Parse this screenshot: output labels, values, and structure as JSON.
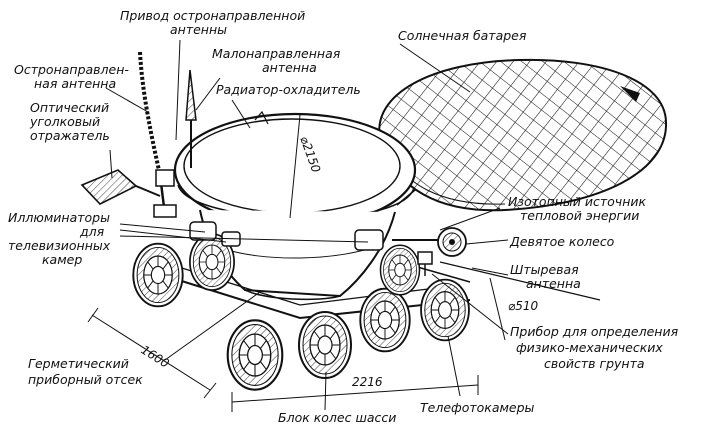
{
  "colors": {
    "ink": "#111111",
    "paper": "#ffffff"
  },
  "labels": {
    "high_gain_drive": [
      "Привод остронаправленной",
      "антенны"
    ],
    "high_gain_antenna": [
      "Остронаправлен-",
      "ная антенна"
    ],
    "low_gain_antenna": [
      "Малонаправленная",
      "антенна"
    ],
    "radiator": "Радиатор-охладитель",
    "solar_panel": "Солнечная батарея",
    "corner_reflector": [
      "Оптический",
      "уголковый",
      "отражатель"
    ],
    "isotope_source": [
      "Изотопный источник",
      "тепловой энергии"
    ],
    "tv_ports": [
      "Иллюминаторы",
      "для",
      "телевизионных",
      "камер"
    ],
    "ninth_wheel": "Девятое колесо",
    "whip_antenna": [
      "Штыревая",
      "антенна"
    ],
    "soil_probe": [
      "Прибор для определения",
      "физико-механических",
      "свойств грунта"
    ],
    "sealed_compartment": [
      "Герметический",
      "приборный отсек"
    ],
    "wheel_block": "Блок колес шасси",
    "tv_cameras": "Телефотокамеры"
  },
  "dimensions": {
    "tub_diameter": "⌀2150",
    "wheel_diameter": "⌀510",
    "width": "1600",
    "length": "2216"
  }
}
